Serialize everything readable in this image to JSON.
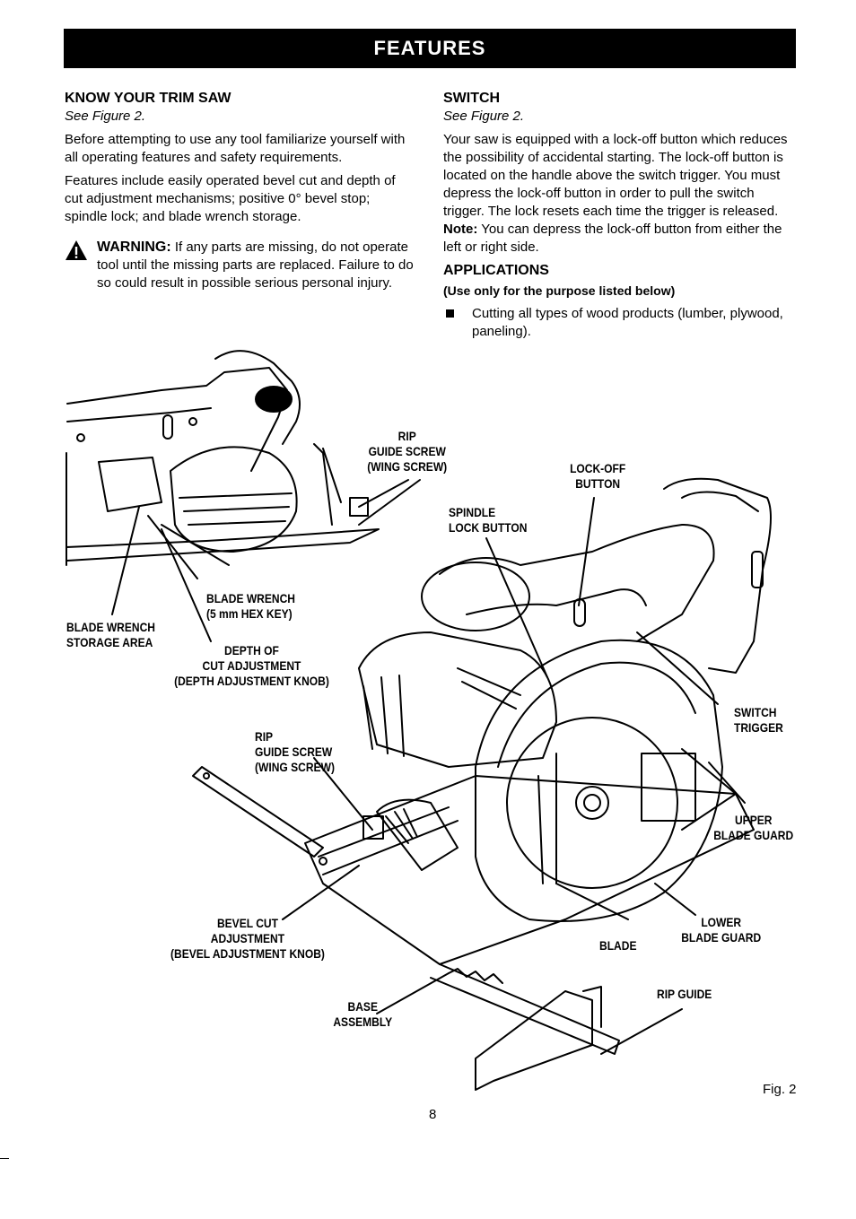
{
  "banner": {
    "title": "FEATURES"
  },
  "left": {
    "heading": "KNOW YOUR TRIM SAW",
    "see": "See Figure 2.",
    "p1": "Before attempting to use any tool familiarize yourself with all operating features and safety requirements.",
    "p2": "Features include easily operated bevel cut and depth of cut adjustment mechanisms; positive 0° bevel stop; spindle lock; and blade wrench storage.",
    "warning_label": "WARNING:",
    "warning_text": "If any parts are missing, do not operate tool until the missing parts are replaced. Failure to do so could result in possible serious personal injury."
  },
  "right": {
    "heading": "SWITCH",
    "see": "See Figure 2.",
    "p1_a": "Your saw is equipped with a lock-off button which reduces the possibility of accidental starting. The lock-off button is located on the handle above the switch trigger. You must depress the lock-off button in order to pull the switch trigger. The lock resets each time the trigger is released. ",
    "p1_note": "Note:",
    "p1_b": " You can depress the lock-off button from either the left or right side.",
    "apps_heading": "APPLICATIONS",
    "apps_sub": "(Use only for the purpose listed below)",
    "apps_item": "Cutting all types of wood products (lumber, plywood, paneling)."
  },
  "figure": {
    "labels": {
      "rip_guide_screw_top": "RIP\nGUIDE SCREW\n(WING SCREW)",
      "lock_off_button": "LOCK-OFF\nBUTTON",
      "spindle_lock_button": "SPINDLE\nLOCK BUTTON",
      "blade_wrench": "BLADE WRENCH\n(5 mm HEX KEY)",
      "blade_wrench_storage": "BLADE WRENCH\nSTORAGE AREA",
      "depth_of_cut": "DEPTH OF\nCUT ADJUSTMENT\n(DEPTH ADJUSTMENT KNOB)",
      "switch_trigger": "SWITCH\nTRIGGER",
      "rip_guide_screw_mid": "RIP\nGUIDE SCREW\n(WING SCREW)",
      "upper_blade_guard": "UPPER\nBLADE GUARD",
      "bevel_cut": "BEVEL CUT\nADJUSTMENT\n(BEVEL ADJUSTMENT KNOB)",
      "lower_blade_guard": "LOWER\nBLADE GUARD",
      "blade": "BLADE",
      "rip_guide": "RIP GUIDE",
      "base_assembly": "BASE\nASSEMBLY"
    },
    "caption": "Fig. 2"
  },
  "page_number": "8"
}
